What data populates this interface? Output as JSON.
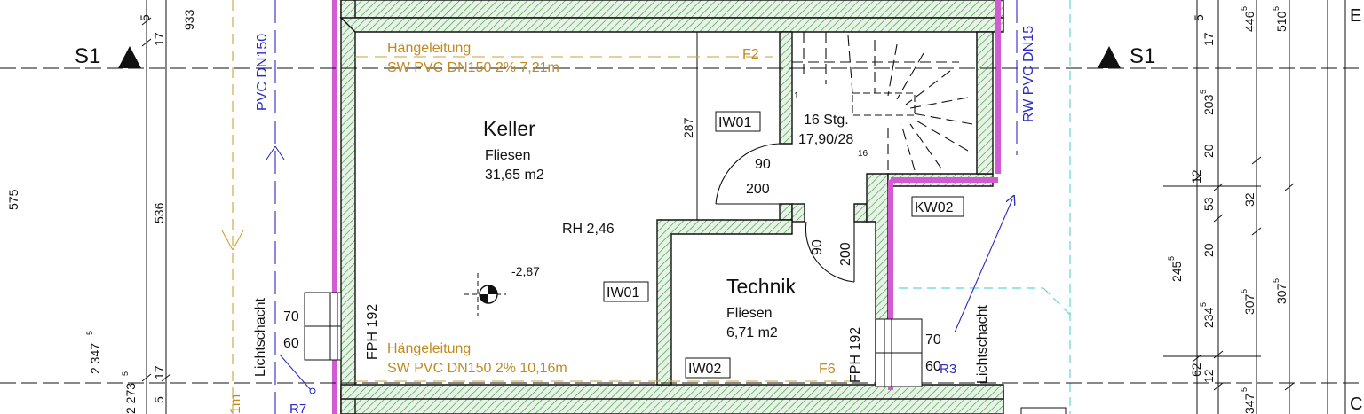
{
  "section_marks": {
    "left": "S1",
    "right": "S1"
  },
  "rooms": {
    "keller": {
      "name": "Keller",
      "floor": "Fliesen",
      "area": "31,65 m2"
    },
    "technik": {
      "name": "Technik",
      "floor": "Fliesen",
      "area": "6,71 m2"
    }
  },
  "room_height": "RH 2,46",
  "level_mark": "-2,87",
  "stair": {
    "count": "16 Stg.",
    "ratio": "17,90/28",
    "first_step": "1",
    "last_step": "16"
  },
  "doors": {
    "keller_door": {
      "width": "90",
      "height": "200"
    },
    "technik_door": {
      "width": "90",
      "height": "200"
    }
  },
  "wall_tags": {
    "iw01_upper": "IW01",
    "iw01_lower": "IW01",
    "iw02": "IW02",
    "kw02": "KW02"
  },
  "pipes": {
    "upper": {
      "line1": "Hängeleitung",
      "line2": "SW PVC DN150 2% 7,21m"
    },
    "lower": {
      "line1": "Hängeleitung",
      "line2": "SW PVC DN150 2% 10,16m"
    },
    "left_riser": "PVC DN150",
    "right_riser": "RW PVC DN15",
    "left_riser_fragment": "1m",
    "f2": "F2",
    "f6": "F6",
    "r3": "R3",
    "r7": "R7"
  },
  "windows": {
    "left": {
      "label": "Lichtschacht",
      "fph": "FPH 192",
      "w": "70",
      "h": "60"
    },
    "right": {
      "label": "Lichtschacht",
      "fph": "FPH 192",
      "w": "70",
      "h": "60"
    }
  },
  "dimensions": {
    "left": {
      "d5": "5",
      "d17_top": "17",
      "d933": "933",
      "d575": "575",
      "d536": "536",
      "d2347": "2 347",
      "d2347_sup": "5",
      "d2273": "2 273",
      "d2273_sup": "5",
      "d17_bot": "17",
      "d5_bot": "5"
    },
    "right": {
      "d5": "5",
      "d446": "446",
      "d446_sup": "5",
      "d510": "510",
      "d510_sup": "5",
      "d17": "17",
      "d203": "203",
      "d203_sup": "5",
      "d20": "20",
      "d12_top": "12",
      "d53": "53",
      "d32": "32",
      "d20b": "20",
      "d245": "245",
      "d245_sup": "5",
      "d234": "234",
      "d234_sup": "5",
      "d307a": "307",
      "d307a_sup": "5",
      "d307b": "307",
      "d307b_sup": "5",
      "d62": "62",
      "d12_bot": "12",
      "d347": "347",
      "d347_sup": "5"
    },
    "interior": {
      "d287": "287"
    }
  },
  "edge_letters": {
    "top_right": "E",
    "bottom_right": "C"
  }
}
